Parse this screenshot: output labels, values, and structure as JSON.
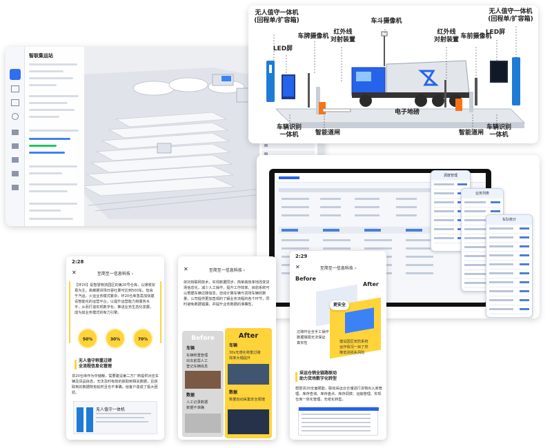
{
  "dashboard": {
    "title": "智联集运站",
    "side_icons": [
      "home-icon",
      "layers-icon",
      "grid-icon",
      "settings-icon",
      "truck-icon",
      "truck-icon",
      "truck-icon",
      "truck-icon",
      "truck-icon"
    ]
  },
  "truck_diagram": {
    "labels": {
      "unattended_left": "无人值守一体机\n(回程单/扩容箱)",
      "unattended_right": "无人值守一体机\n(回程单/扩容箱)",
      "led_left": "LED屏",
      "led_right": "LED屏",
      "plate_cam_left": "车牌摄像机",
      "plate_cam_right": "车前摄像机",
      "ir_left": "红外线\n对射装置",
      "ir_right": "红外线\n对射装置",
      "bucket_cam": "车斗摄像机",
      "scale": "电子地磅",
      "vehicle_id_left": "车辆识别\n一体机",
      "vehicle_id_right": "车辆识别\n一体机",
      "gate_left": "智能道闸",
      "gate_right": "智能道闸"
    }
  },
  "phone1": {
    "time": "2:28",
    "title": "至简至一信息科技 ›",
    "body": "【环20】是智慧物流园区的第20号仓库，以煤炭贸易为主，高峰期货场日吞吐量可达到500车。但由于汽运、火运业务模式繁杂，环20仓库急需加快建设智能化的运营平台，以提升运营能力和服务水平，从而打造实现数字化、推进业务生态化发展，成为其业务模式的有力引擎。",
    "stats": [
      "50%",
      "30%",
      "70%"
    ],
    "section_title": "无人值守称重过磅\n全流程信息化管理",
    "section_body": "货20仓库作为中储粮，需要建设第二方厂商提供对应车辆及货品信息，无法及时有效的获取到相关数据，且获取到的数据既有延时且也不准确，给客户造成了极大困扰。",
    "screen_caption": "无人值守一体机"
  },
  "phone2": {
    "title": "至简至一信息科技 ›",
    "body": "依托物联网技术，实现数据同步，简单高效率地改变货场信息化，减少人工操作，提升工作效率。目前系统可以根据车辆过磅信息，自动计算车辆与货场车辆的数量，公司提供更加直观的了解业务流程的各个环节，同时避免数据错漏，并提升业务数据的准确性。",
    "before_label": "Before",
    "after_label": "After",
    "before_items": [
      {
        "title": "车辆",
        "desc": "车辆称重管理\n出车前需人工\n登记车辆信息"
      },
      {
        "title": "数据",
        "desc": "人工记录数据\n数据不准确"
      }
    ],
    "after_items": [
      {
        "title": "车辆",
        "desc": "30s无感化称重过磅\n效率大幅提升"
      },
      {
        "title": "数据",
        "desc": "数据自动采集安全便捷"
      }
    ]
  },
  "phone3": {
    "time": "2:29",
    "title": "至简至一信息科技 ›",
    "before_label": "Before",
    "after_label": "After",
    "badge": "更安全",
    "before_caption": "过磅作业全手工操作\n数据填报无法保证\n真实性",
    "after_caption": "建设园区安防系统\n运作情况一目了然\n降低货损失风险",
    "section_title": "采运仓销全链路联动\n助力货场数字化转型",
    "section_body": "帮助货20全面赋能，联动采运云仓储进行货物出入库管理、库存查询、库存盘点、库存调拨、运输管理、实现仓库一体化管理，无纸化转型。"
  },
  "tablet": {
    "mini_phone_titles": [
      "调度管理",
      "业务列表",
      "车队统计"
    ]
  }
}
